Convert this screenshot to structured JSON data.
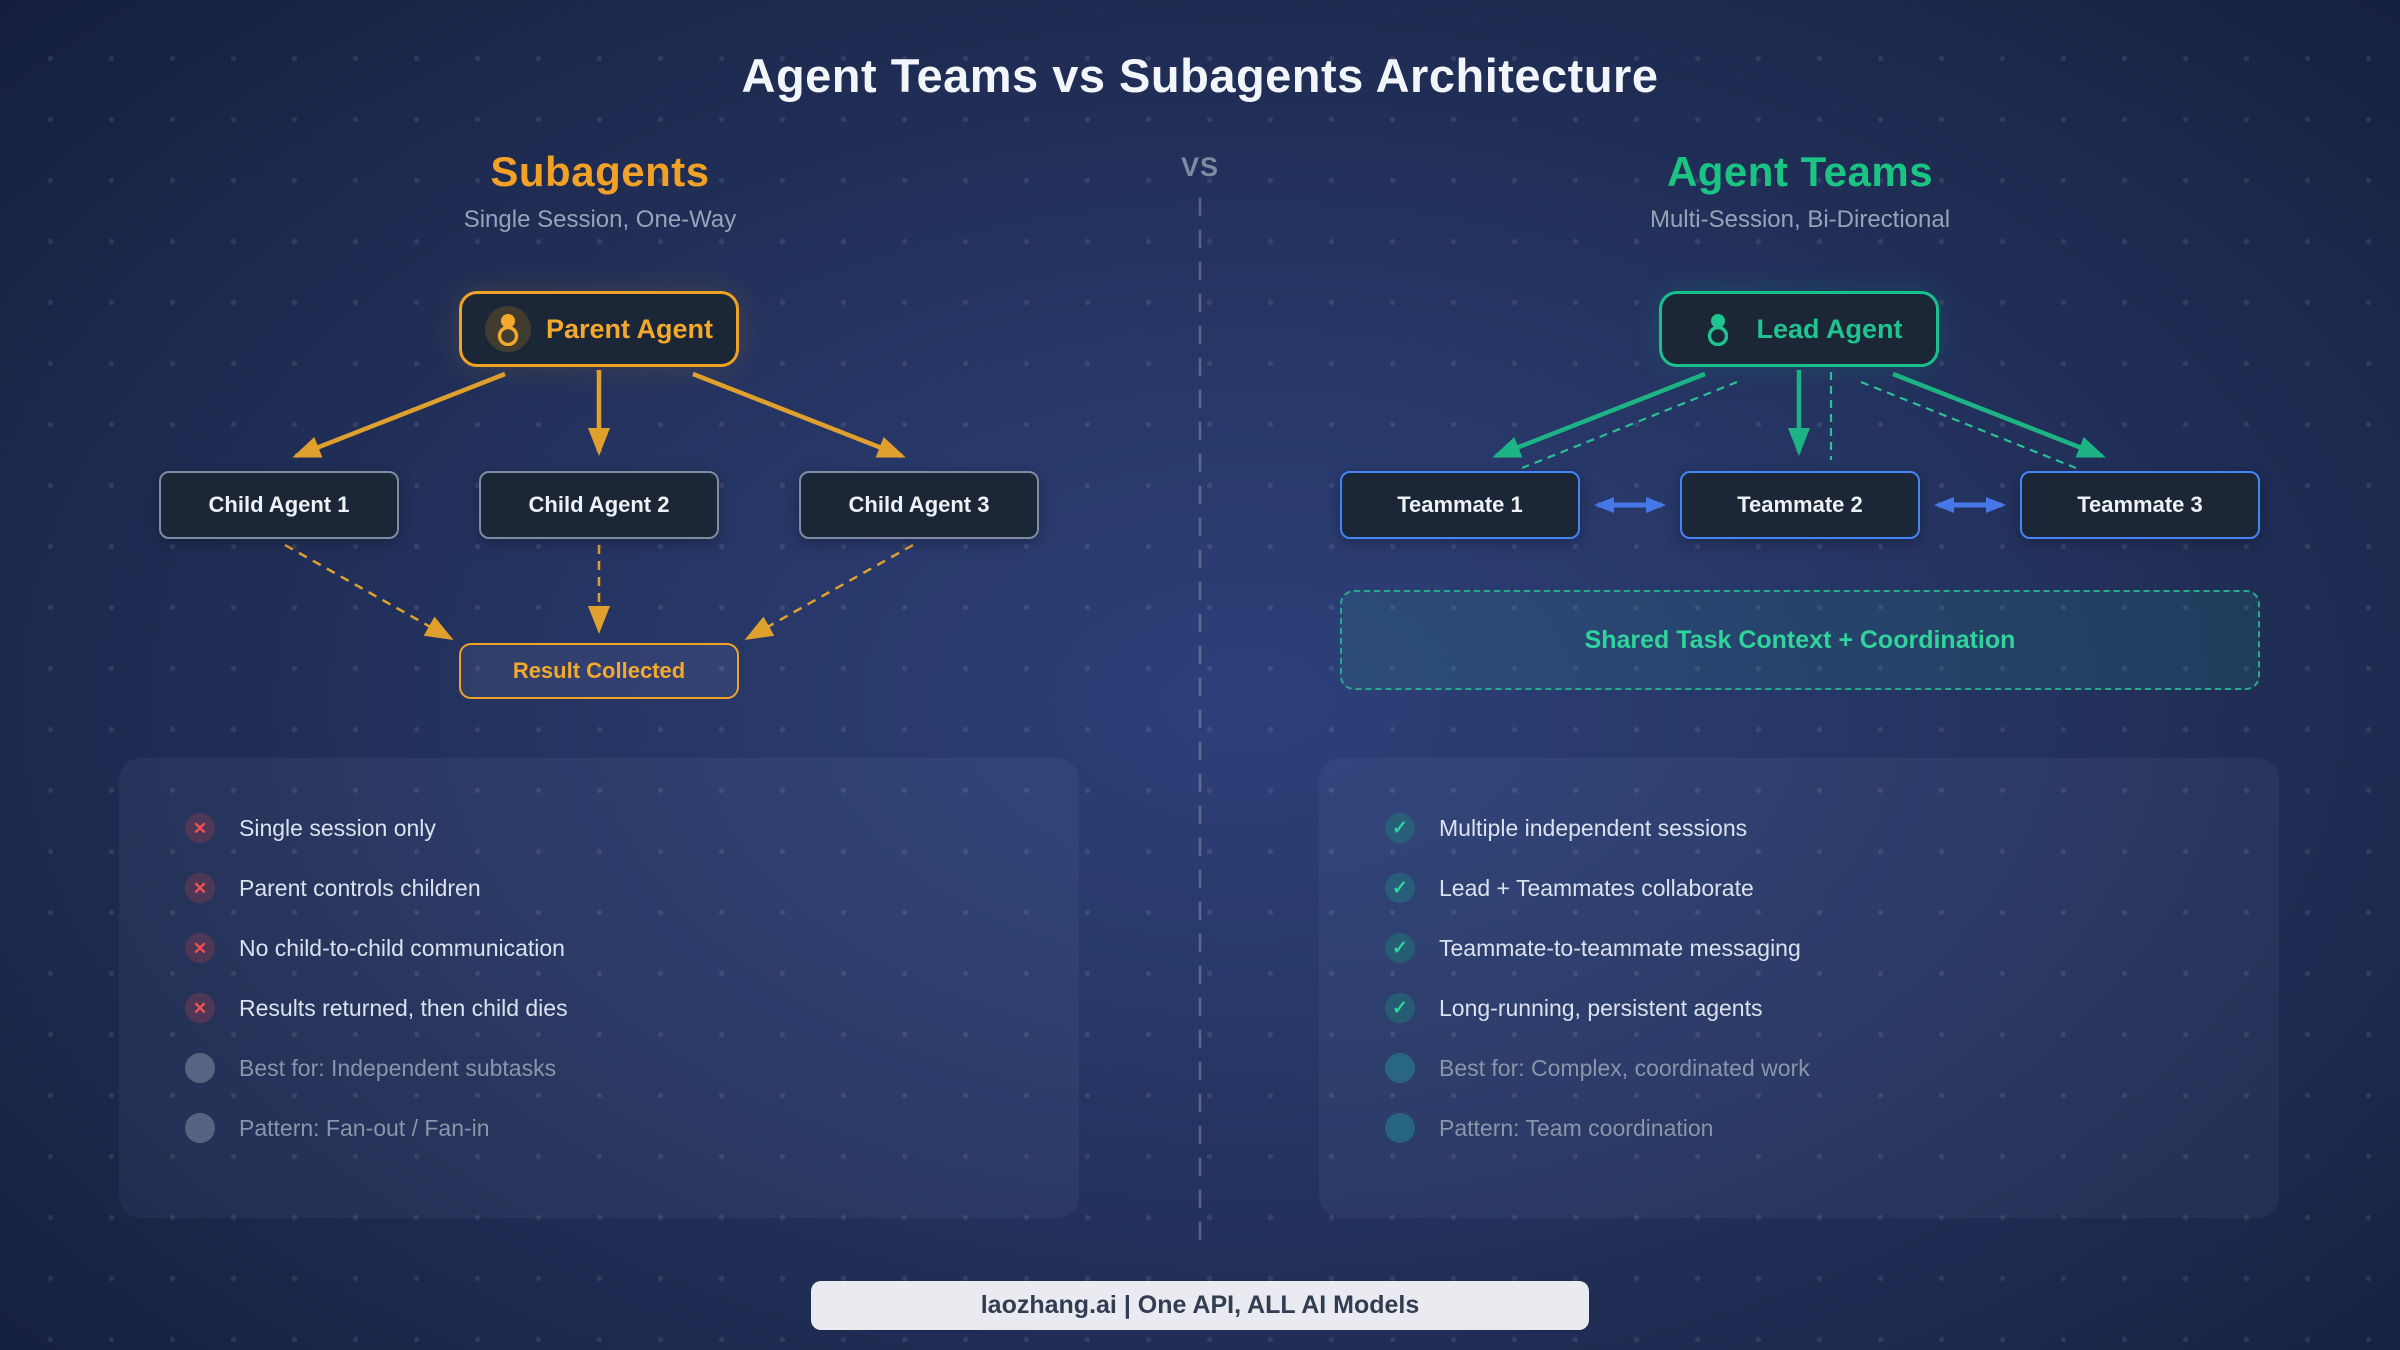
{
  "title": "Agent Teams vs Subagents Architecture",
  "vs_label": "VS",
  "icons": {
    "cross": "✕",
    "check": "✓"
  },
  "colors": {
    "accent_orange": "#f0a224",
    "accent_green": "#18c08d",
    "accent_blue": "#4584f4",
    "cross_red": "#ef4444",
    "background_navy": "#24335f"
  },
  "left": {
    "heading": "Subagents",
    "subtitle": "Single Session, One-Way",
    "root_box": "Parent Agent",
    "children": [
      "Child Agent 1",
      "Child Agent 2",
      "Child Agent 3"
    ],
    "result_box": "Result Collected",
    "features": [
      {
        "icon": "cross",
        "text": "Single session only"
      },
      {
        "icon": "cross",
        "text": "Parent controls children"
      },
      {
        "icon": "cross",
        "text": "No child-to-child communication"
      },
      {
        "icon": "cross",
        "text": "Results returned, then child dies"
      },
      {
        "icon": "bullet",
        "text": "Best for: Independent subtasks"
      },
      {
        "icon": "bullet",
        "text": "Pattern: Fan-out / Fan-in"
      }
    ]
  },
  "right": {
    "heading": "Agent Teams",
    "subtitle": "Multi-Session, Bi-Directional",
    "root_box": "Lead Agent",
    "children": [
      "Teammate 1",
      "Teammate 2",
      "Teammate 3"
    ],
    "shared_box": "Shared Task Context + Coordination",
    "features": [
      {
        "icon": "check",
        "text": "Multiple independent sessions"
      },
      {
        "icon": "check",
        "text": "Lead + Teammates collaborate"
      },
      {
        "icon": "check",
        "text": "Teammate-to-teammate messaging"
      },
      {
        "icon": "check",
        "text": "Long-running, persistent agents"
      },
      {
        "icon": "bullet",
        "text": "Best for: Complex, coordinated work"
      },
      {
        "icon": "bullet",
        "text": "Pattern: Team coordination"
      }
    ]
  },
  "footer": "laozhang.ai | One API, ALL AI Models"
}
